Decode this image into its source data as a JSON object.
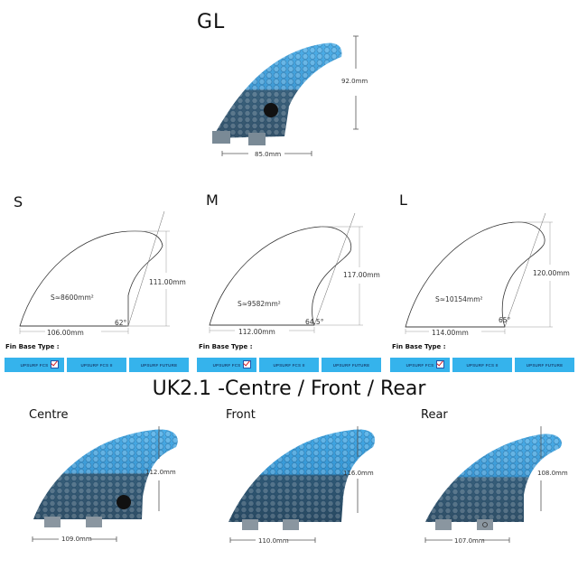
{
  "gl": {
    "title": "GL",
    "height": "92.0mm",
    "base": "85.0mm"
  },
  "sizes": [
    {
      "label": "S",
      "area": "S≈8600mm²",
      "height": "111.00mm",
      "base": "106.00mm",
      "angle": "62°"
    },
    {
      "label": "M",
      "area": "S≈9582mm²",
      "height": "117.00mm",
      "base": "112.00mm",
      "angle": "64.5°"
    },
    {
      "label": "L",
      "area": "S≈10154mm²",
      "height": "120.00mm",
      "base": "114.00mm",
      "angle": "65°"
    }
  ],
  "fin_base": {
    "label": "Fin Base Type :",
    "options": [
      "UPSURF FCS",
      "UPSURF FCS II",
      "UPSURF FUTURE"
    ],
    "selected": "UPSURF FCS",
    "button_color": "#35b3ec"
  },
  "uk": {
    "title": "UK2.1 -Centre / Front / Rear",
    "fins": [
      {
        "label": "Centre",
        "height": "112.0mm",
        "base": "109.0mm"
      },
      {
        "label": "Front",
        "height": "116.0mm",
        "base": "110.0mm"
      },
      {
        "label": "Rear",
        "height": "108.0mm",
        "base": "107.0mm"
      }
    ]
  },
  "colors": {
    "fin_blue": "#2a8fd0",
    "fin_dark": "#1c3850",
    "accent": "#35b3ec"
  }
}
